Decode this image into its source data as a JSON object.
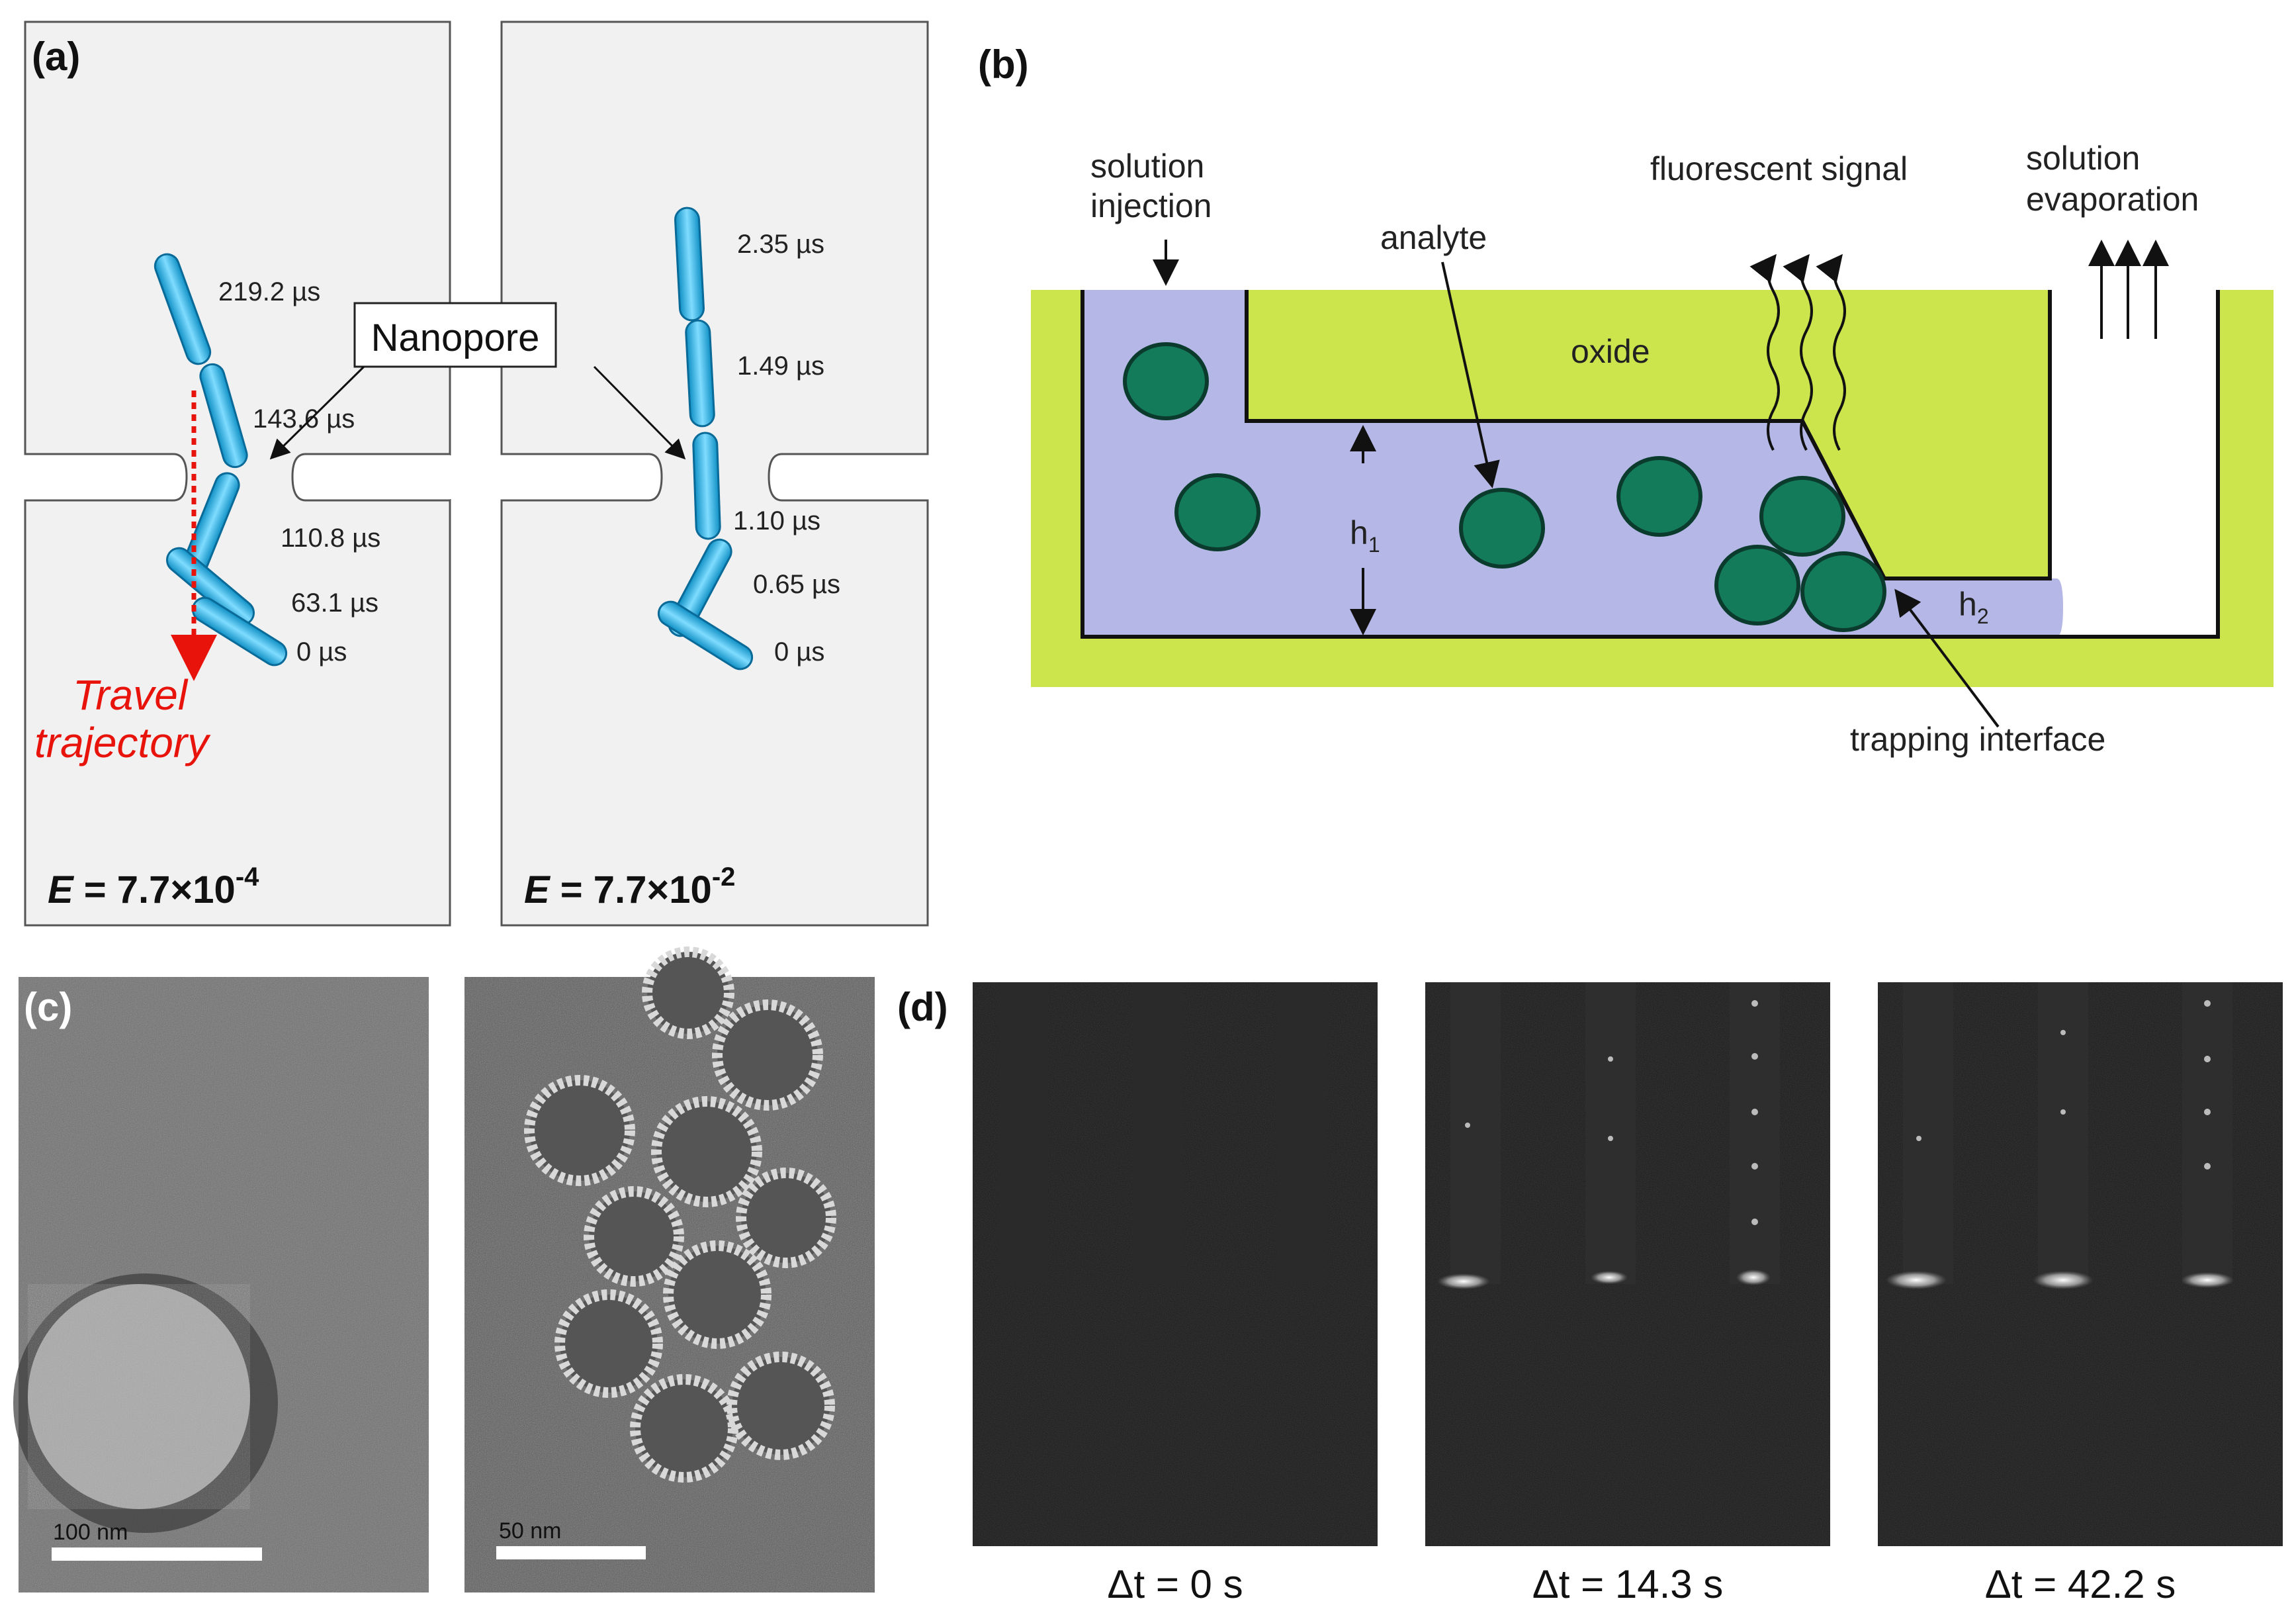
{
  "panel_a": {
    "label": "(a)",
    "nanopore_label": "Nanopore",
    "trajectory_label_line1": "Travel",
    "trajectory_label_line2": "trajectory",
    "left_times": [
      "219.2 µs",
      "143.6 µs",
      "110.8 µs",
      "63.1 µs",
      "0 µs"
    ],
    "right_times": [
      "2.35 µs",
      "1.49 µs",
      "1.10 µs",
      "0.65 µs",
      "0 µs"
    ],
    "left_field": {
      "prefix": "E",
      "base": " = 7.7×10",
      "exp": "-4"
    },
    "right_field": {
      "prefix": "E",
      "base": " = 7.7×10",
      "exp": "-2"
    },
    "colors": {
      "rod": "#18aee3",
      "trajectory": "#e8140c",
      "chamber": "#f1f1f1"
    }
  },
  "panel_b": {
    "label": "(b)",
    "solution_injection_1": "solution",
    "solution_injection_2": "injection",
    "fluorescent_signal": "fluorescent signal",
    "solution_evaporation_1": "solution",
    "solution_evaporation_2": "evaporation",
    "analyte": "analyte",
    "oxide": "oxide",
    "h1": "h",
    "h1_sub": "1",
    "h2": "h",
    "h2_sub": "2",
    "trapping_interface": "trapping interface",
    "colors": {
      "oxide": "#cde54d",
      "solution": "#b5b8e6",
      "particle": "#137a5a"
    }
  },
  "panel_c": {
    "label": "(c)",
    "scale_left": "100 nm",
    "scale_right": "50 nm"
  },
  "panel_d": {
    "label": "(d)",
    "captions": [
      "Δt = 0 s",
      "Δt = 14.3 s",
      "Δt = 42.2 s"
    ]
  }
}
